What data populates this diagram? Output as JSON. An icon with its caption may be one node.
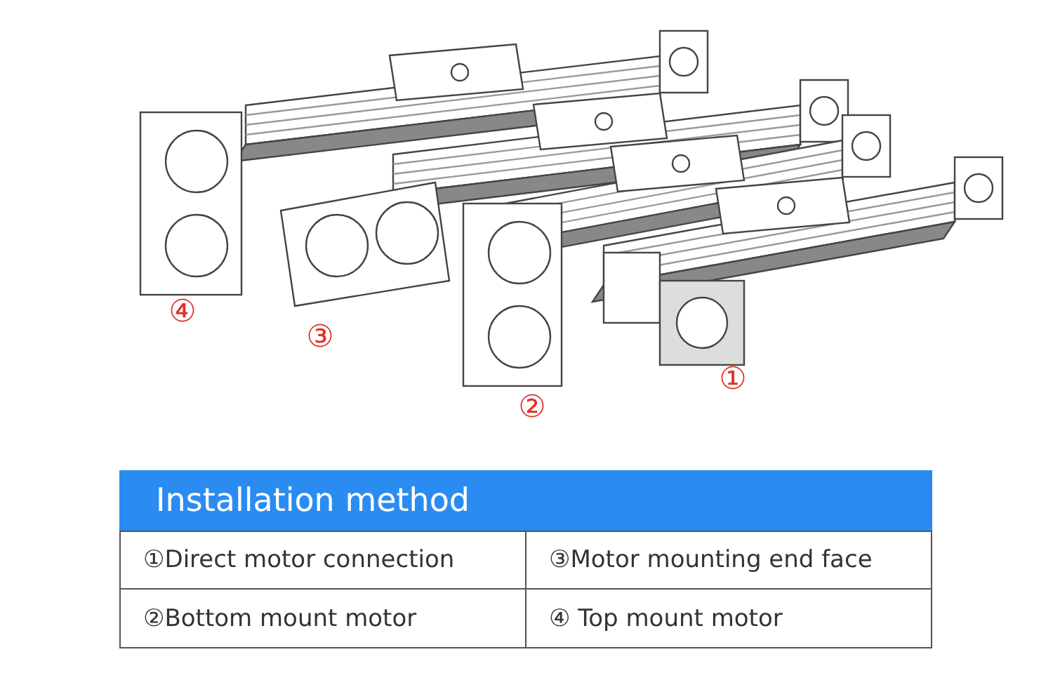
{
  "diagram": {
    "labels": [
      "④",
      "③",
      "②",
      "①",
      "Installation method",
      "①Direct motor connection",
      "③Motor mounting end face",
      "②Bottom mount motor",
      "④ Top mount motor"
    ]
  }
}
